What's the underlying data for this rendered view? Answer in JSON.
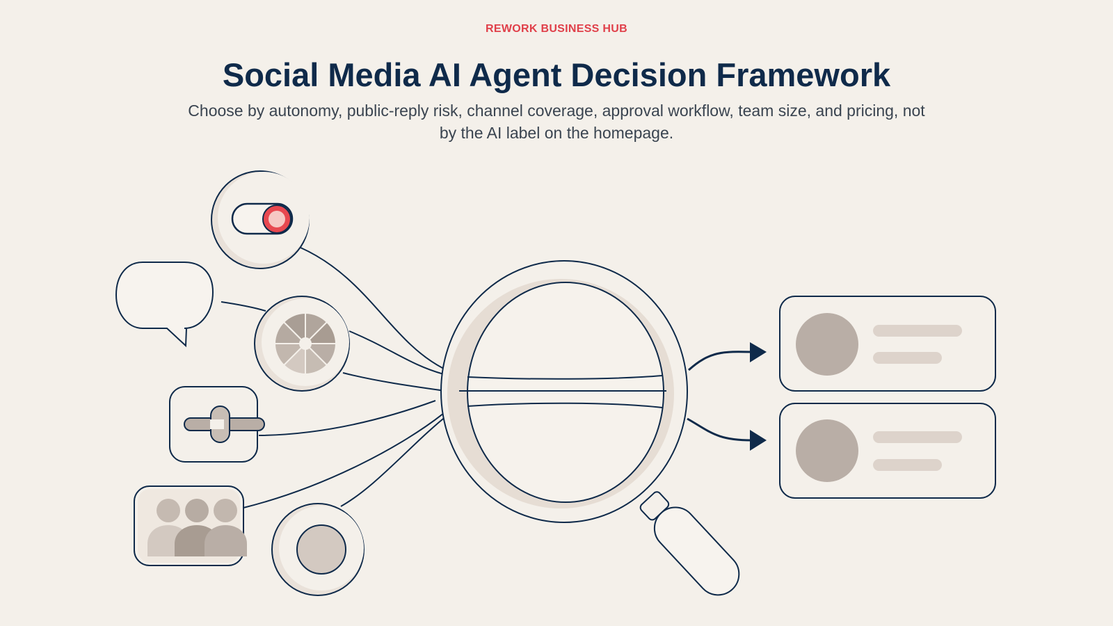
{
  "header": {
    "eyebrow": "REWORK BUSINESS HUB",
    "title": "Social Media AI Agent Decision Framework",
    "subtitle": "Choose by autonomy, public-reply risk, channel coverage, approval workflow, team size, and pricing, not by the AI label on the homepage."
  },
  "colors": {
    "background": "#f4f0ea",
    "navy": "#0f2a4a",
    "accent_red": "#e0404a",
    "subtitle_text": "#3a4450",
    "taupe": "#b9aea6",
    "taupe_dark": "#a89c92",
    "taupe_light": "#ddd3cb",
    "card_line": "#d9cec6"
  },
  "diagram": {
    "input_icons": [
      "toggle-switch-icon",
      "speech-bubble-icon",
      "pie-chart-icon",
      "sliders-icon",
      "team-icon",
      "circle-dial-icon"
    ],
    "center_icon": "magnifying-glass-icon",
    "output_cards": 2
  }
}
